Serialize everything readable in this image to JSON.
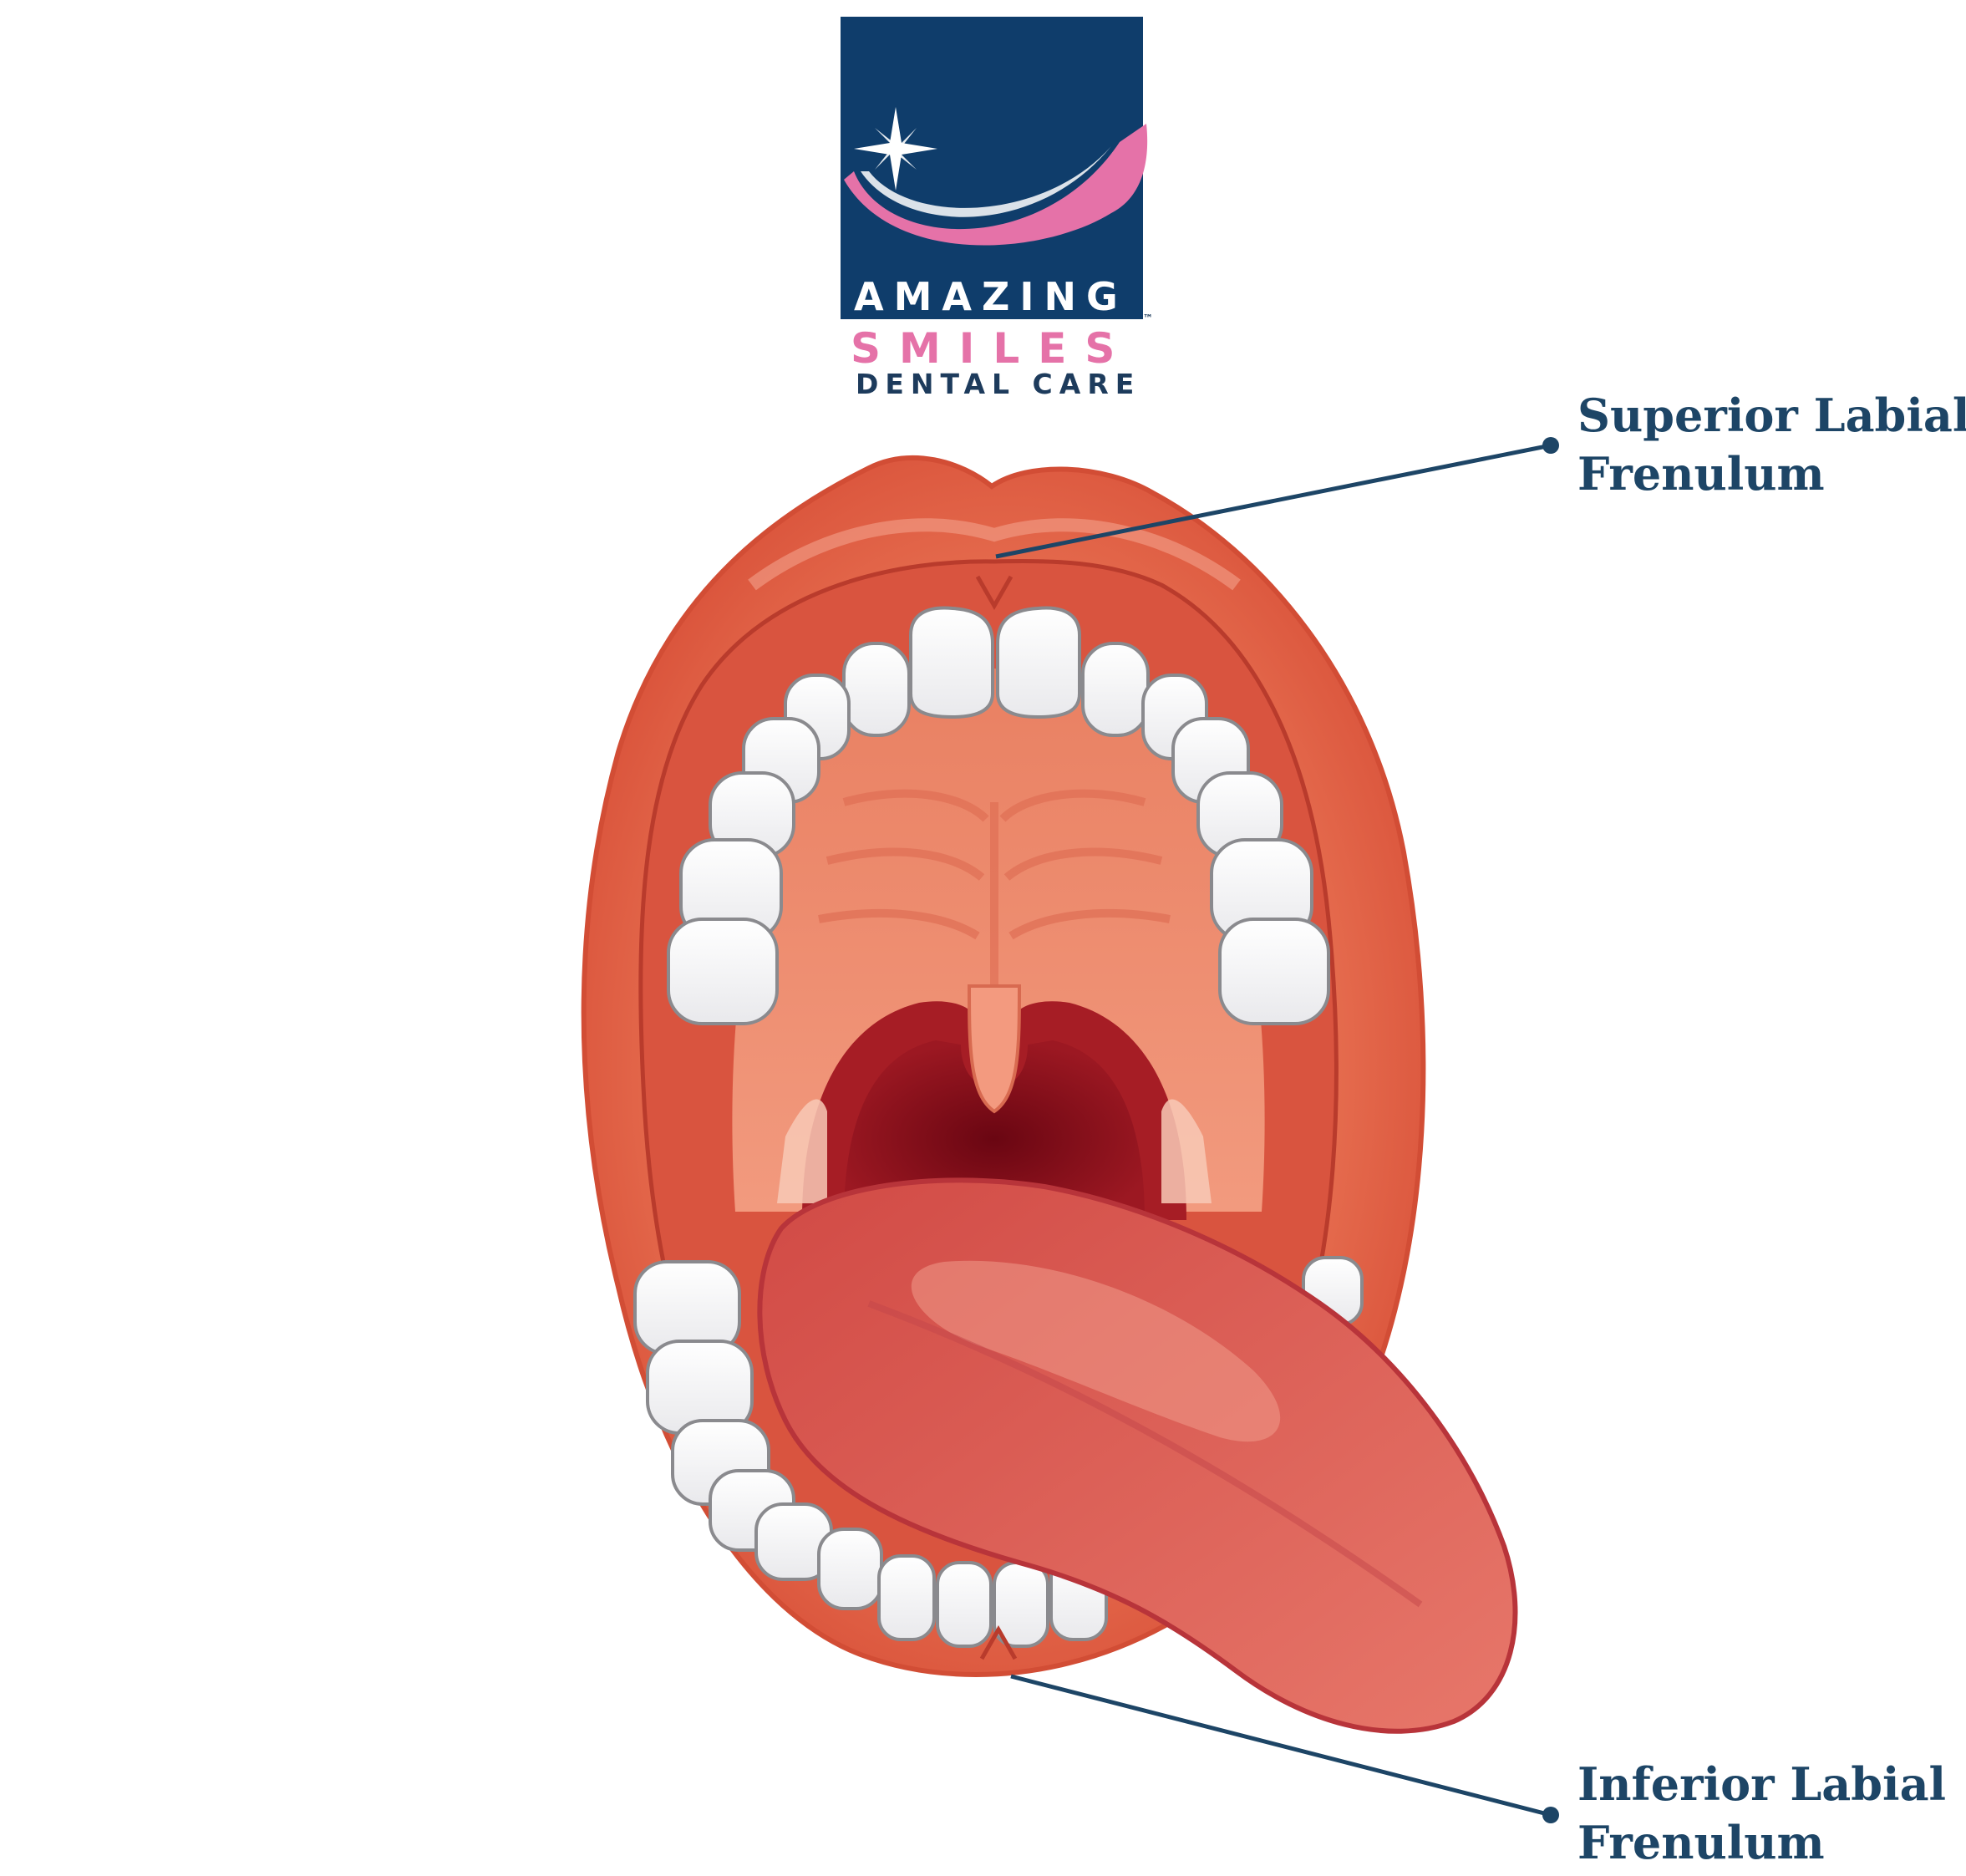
{
  "logo": {
    "line1": "Amazing",
    "line2": "Smiles",
    "line3": "Dental Care",
    "trademark": "™",
    "colors": {
      "navy": "#0f3d6b",
      "pink": "#e572a8",
      "text_navy": "#1d3b5c"
    }
  },
  "labels": {
    "superior_line1": "Superior Labial",
    "superior_line2": "Frenulum",
    "inferior_line1": "Inferior Labial",
    "inferior_line2": "Frenulum"
  },
  "colors": {
    "label": "#1d4566",
    "lips": "#e5674a",
    "gum": "#d9543f",
    "throat": "#7a0a18",
    "tongue": "#dd5f55",
    "teeth": "#ffffff"
  }
}
